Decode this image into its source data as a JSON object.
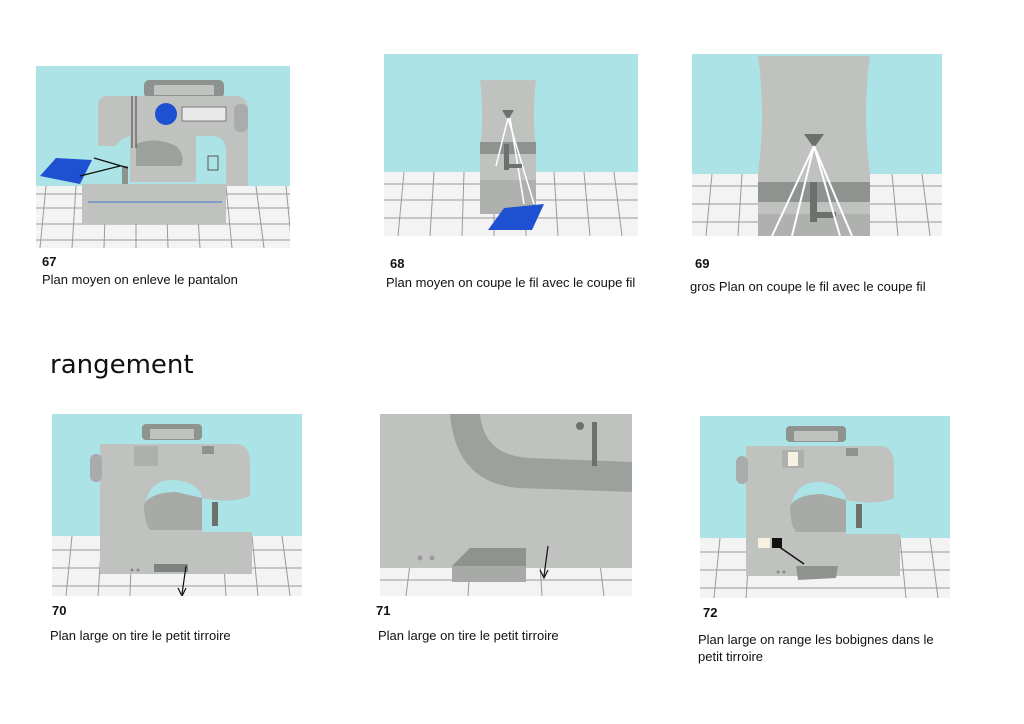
{
  "section_title": "rangement",
  "colors": {
    "wall": "#ace3e6",
    "floor": "#f3f3f3",
    "grid": "#9a9a9a",
    "machine": "#bfc2bf",
    "machine_dark": "#8f9390",
    "accent_blue": "#1e50d2"
  },
  "shots": [
    {
      "number": "67",
      "caption": "Plan moyen on enleve le pantalon"
    },
    {
      "number": "68",
      "caption": "Plan moyen on coupe le fil avec le coupe fil"
    },
    {
      "number": "69",
      "caption": "gros Plan on coupe le fil avec le coupe fil"
    },
    {
      "number": "70",
      "caption": "Plan large on tire le petit tirroire"
    },
    {
      "number": "71",
      "caption": "Plan large on tire le petit tirroire"
    },
    {
      "number": "72",
      "caption": "Plan large on range les bobignes dans le petit tirroire"
    }
  ]
}
